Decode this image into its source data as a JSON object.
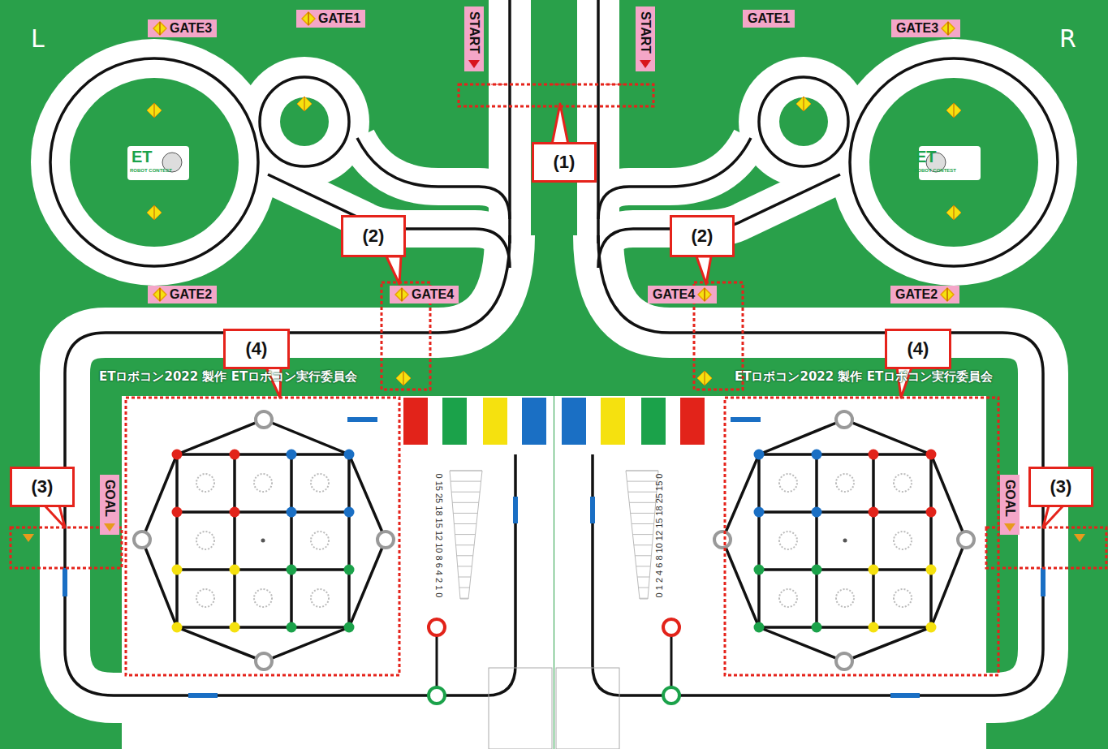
{
  "diagram": {
    "nodes": [
      {
        "text": [
          "GATE3"
        ]
      },
      {
        "text": [
          "GATE1"
        ]
      },
      {
        "text": [
          "START"
        ]
      },
      {
        "text": [
          "START"
        ]
      },
      {
        "text": [
          "GATE1"
        ]
      },
      {
        "text": [
          "GATE3"
        ]
      },
      {
        "text": [
          "(1)"
        ]
      },
      {
        "text": [
          "(2)"
        ]
      },
      {
        "text": [
          "(2)"
        ]
      },
      {
        "text": [
          "GATE2"
        ]
      },
      {
        "text": [
          "GATE4"
        ]
      },
      {
        "text": [
          "GATE4"
        ]
      },
      {
        "text": [
          "GATE2"
        ]
      },
      {
        "text": [
          "(4)"
        ]
      },
      {
        "text": [
          "(4)"
        ]
      },
      {
        "text": [
          "(3)"
        ]
      },
      {
        "text": [
          "GOAL"
        ]
      },
      {
        "text": [
          "GOAL"
        ]
      },
      {
        "text": [
          "(3)"
        ]
      }
    ],
    "labels": [
      "L",
      "R",
      "ET",
      "ROBOT CONTEST",
      "ET",
      "ROBOT CONTEST",
      "ETロボコン2022 製作 ETロボコン実行委員会",
      "ETロボコン2022 製作 ETロボコン実行委員会",
      "0 15 25 18 15 12 10 8 6 4 2 1 0",
      "0 1 2 4 6 8 10 12 15 18 25 15 0"
    ]
  }
}
